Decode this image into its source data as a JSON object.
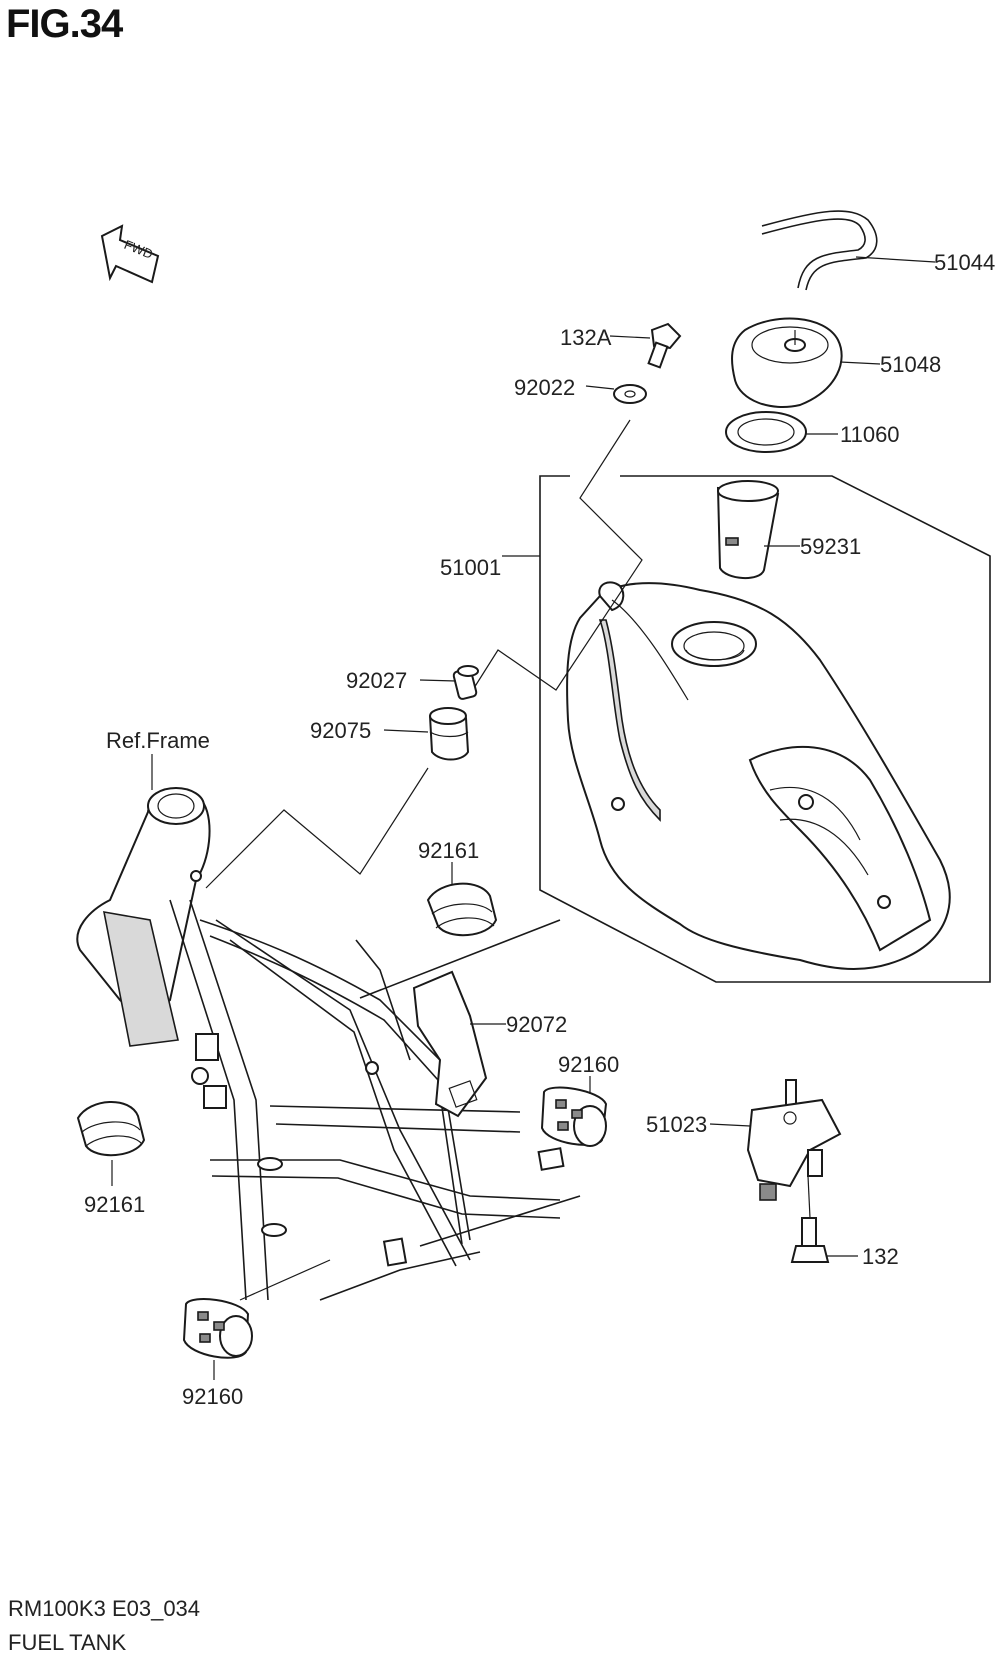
{
  "figure": {
    "title": "FIG.34",
    "code": "RM100K3 E03_034",
    "name": "FUEL TANK"
  },
  "arrow": {
    "label": "FWD",
    "icon": "fwd-arrow-icon"
  },
  "reference": {
    "label": "Ref.Frame"
  },
  "parts": {
    "p51044": "51044",
    "p132A": "132A",
    "p51048": "51048",
    "p92022": "92022",
    "p11060": "11060",
    "p59231": "59231",
    "p51001": "51001",
    "p92027": "92027",
    "p92075": "92075",
    "p92161a": "92161",
    "p92072": "92072",
    "p92160a": "92160",
    "p51023": "51023",
    "p92161b": "92161",
    "p132": "132",
    "p92160b": "92160"
  }
}
